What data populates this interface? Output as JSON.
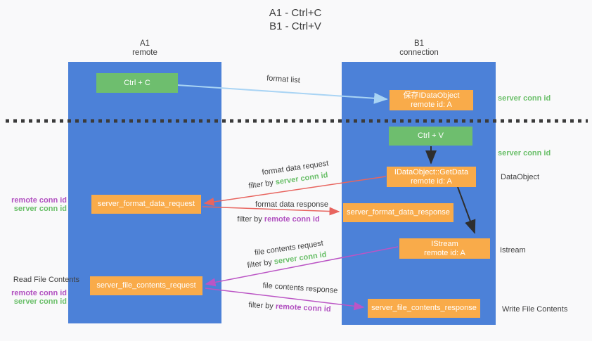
{
  "title": {
    "line1": "A1 - Ctrl+C",
    "line2": "B1 - Ctrl+V"
  },
  "lifelines": {
    "a1": {
      "name": "A1",
      "subtitle": "remote"
    },
    "b1": {
      "name": "B1",
      "subtitle": "connection"
    }
  },
  "nodes": {
    "ctrl_c": {
      "label": "Ctrl + C"
    },
    "ctrl_v": {
      "label": "Ctrl + V"
    },
    "save_dataobject": {
      "line1": "保存IDataObject",
      "line2": "remote id: A"
    },
    "getdata": {
      "line1": "IDataObject::GetData",
      "line2": "remote id: A"
    },
    "istream": {
      "line1": "IStream",
      "line2": "remote id: A"
    },
    "server_format_data_request": {
      "label": "server_format_data_request"
    },
    "server_format_data_response": {
      "label": "server_format_data_response"
    },
    "server_file_contents_request": {
      "label": "server_file_contents_request"
    },
    "server_file_contents_response": {
      "label": "server_file_contents_response"
    }
  },
  "arrow_labels": {
    "format_list": "format list",
    "format_data_request": "format data request",
    "format_data_response": "format data response",
    "file_contents_request": "file contents request",
    "file_contents_response": "file contents response",
    "filter_by": "filter by",
    "server_conn_id": "server conn id",
    "remote_conn_id": "remote conn id"
  },
  "side_labels": {
    "server_conn_id_top": "server conn id",
    "server_conn_id_mid": "server conn id",
    "dataobject": "DataObject",
    "istream": "Istream",
    "write_file_contents": "Write File Contents",
    "read_file_contents": "Read File Contents",
    "remote_conn_id": "remote conn id",
    "server_conn_id": "server conn id"
  },
  "colors": {
    "lifeline_blue": "#4c81d8",
    "box_green": "#6ebe6e",
    "box_orange": "#f9ab4a",
    "arrow_red": "#e8655f",
    "arrow_purple": "#bb55c5",
    "arrow_light_blue": "#a9d4f4",
    "arrow_black": "#2e2e2e",
    "dotted_separator": "#3b3b3b",
    "label_green": "#6abf69",
    "label_purple": "#b150c0",
    "text_dark": "#3d3d3d"
  }
}
